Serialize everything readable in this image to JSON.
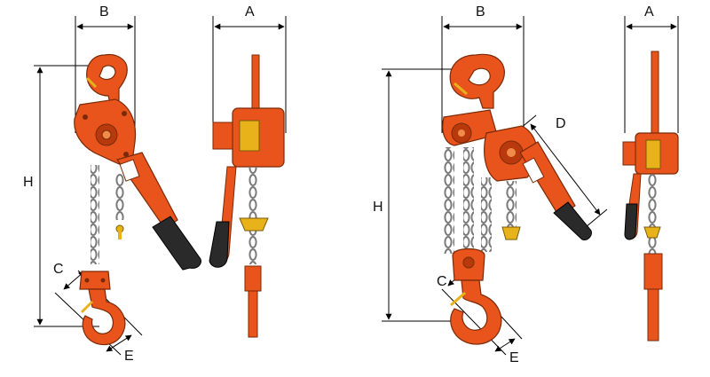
{
  "labels": {
    "left_hoist": {
      "A": "A",
      "B": "B",
      "C": "C",
      "E": "E",
      "H": "H"
    },
    "right_hoist": {
      "A": "A",
      "B": "B",
      "C": "C",
      "D": "D",
      "E": "E",
      "H": "H"
    }
  },
  "colors": {
    "body": "#e8541c",
    "body_dark": "#b83a0c",
    "body_light": "#f28a4a",
    "chain": "#c9c9c9",
    "chain_dark": "#7a7a7a",
    "grip": "#2a2a2a",
    "brass": "#e8b21a",
    "line": "#000000"
  }
}
